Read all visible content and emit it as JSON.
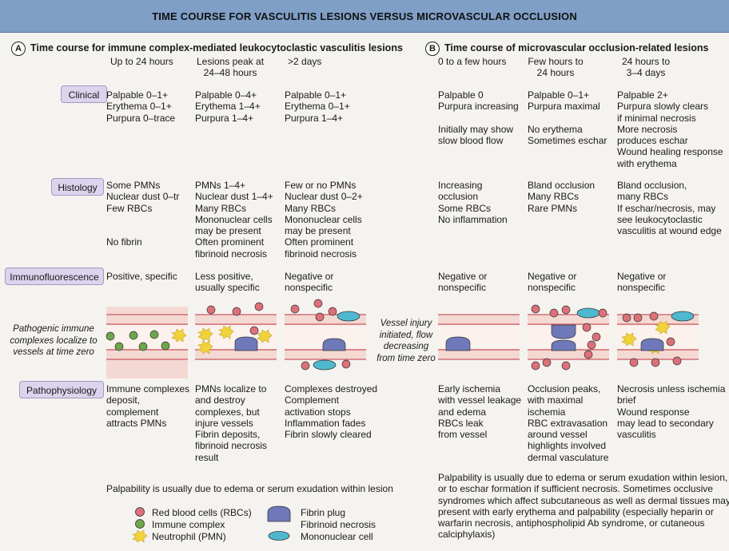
{
  "header": {
    "title": "TIME COURSE FOR VASCULITIS LESIONS VERSUS MICROVASCULAR OCCLUSION"
  },
  "sectionA": {
    "letter": "A",
    "title": "Time course for immune complex-mediated leukocytoclastic vasculitis lesions",
    "times": [
      "Up to 24 hours",
      "Lesions peak at\n24–48 hours",
      ">2 days"
    ],
    "clinical": [
      "Palpable 0–1+\nErythema 0–1+\nPurpura 0–trace",
      "Palpable 0–4+\nErythema 1–4+\nPurpura 1–4+",
      "Palpable 0–1+\nErythema 0–1+\nPurpura 1–4+"
    ],
    "histology": [
      "Some PMNs\nNuclear dust 0–tr\nFew RBCs\n\n\nNo fibrin",
      "PMNs 1–4+\nNuclear dust 1–4+\nMany RBCs\nMononuclear cells\nmay be present\nOften prominent\nfibrinoid necrosis",
      "Few or no PMNs\nNuclear dust 0–2+\nMany RBCs\nMononuclear cells\nmay be present\nOften prominent\nfibrinoid necrosis"
    ],
    "immuno": [
      "Positive, specific",
      "Less positive,\nusually specific",
      "Negative or\nnonspecific"
    ],
    "side_note": "Pathogenic immune\ncomplexes localize to\nvessels at time zero",
    "patho": [
      "Immune complexes\ndeposit,\ncomplement\nattracts PMNs",
      "PMNs localize to\nand destroy\ncomplexes, but\ninjure vessels\nFibrin deposits,\nfibrinoid necrosis\nresult",
      "Complexes destroyed\nComplement\nactivation stops\nInflammation fades\nFibrin slowly cleared"
    ],
    "footnote": "Palpability is usually due to edema or serum exudation within lesion"
  },
  "sectionB": {
    "letter": "B",
    "title": "Time course of microvascular occlusion-related lesions",
    "times": [
      "0 to a few hours",
      "Few hours to\n24 hours",
      "24 hours to\n3–4 days"
    ],
    "clinical": [
      "Palpable 0\nPurpura increasing\n\nInitially may show\nslow blood flow",
      "Palpable 0–1+\nPurpura maximal\n\nNo erythema\nSometimes eschar",
      "Palpable 2+\nPurpura slowly clears\nif minimal necrosis\nMore necrosis\nproduces eschar\nWound healing response\nwith erythema"
    ],
    "histology": [
      "Increasing\nocclusion\nSome RBCs\nNo inflammation",
      "Bland occlusion\nMany RBCs\nRare PMNs",
      "Bland occlusion,\nmany RBCs\nIf eschar/necrosis, may\nsee leukocytoclastic\nvasculitis at wound edge"
    ],
    "immuno": [
      "Negative or\nnonspecific",
      "Negative or\nnonspecific",
      "Negative or\nnonspecific"
    ],
    "side_note": "Vessel injury\ninitiated, flow\ndecreasing\nfrom time zero",
    "patho": [
      "Early ischemia\nwith vessel leakage\nand edema\nRBCs leak\nfrom vessel",
      "Occlusion peaks,\nwith maximal\nischemia\nRBC extravasation\naround vessel\nhighlights involved\ndermal vasculature",
      "Necrosis unless ischemia\nbrief\nWound response\nmay lead to secondary\nvasculitis"
    ],
    "footnote": "Palpability is usually due to edema or serum exudation within lesion,\nor to eschar formation if sufficient necrosis. Sometimes occlusive\nsyndromes which affect subcutaneous as well as dermal tissues may\npresent with early erythema and palpability (especially heparin or\nwarfarin necrosis, antiphospholipid Ab syndrome, or cutaneous\ncalciphylaxis)"
  },
  "row_labels": {
    "clinical": "Clinical",
    "histology": "Histology",
    "immuno": "Immunofluorescence",
    "patho": "Pathophysiology"
  },
  "legend": {
    "rbc": "Red blood cells (RBCs)",
    "immune": "Immune complex",
    "neutrophil": "Neutrophil (PMN)",
    "fibrin": "Fibrin plug",
    "fibrinoid": "Fibrinoid necrosis",
    "mono": "Mononuclear cell"
  },
  "colors": {
    "header_bg": "#7f9fc7",
    "label_bg": "#dcd3ec",
    "vessel_fill": "#f4d9d3",
    "vessel_line": "#c9585f",
    "rbc": "#dd7078",
    "immune": "#6fa64a",
    "fibrin": "#6f78b8",
    "mono": "#4fb8cf",
    "neutrophil": "#f0d23c"
  }
}
